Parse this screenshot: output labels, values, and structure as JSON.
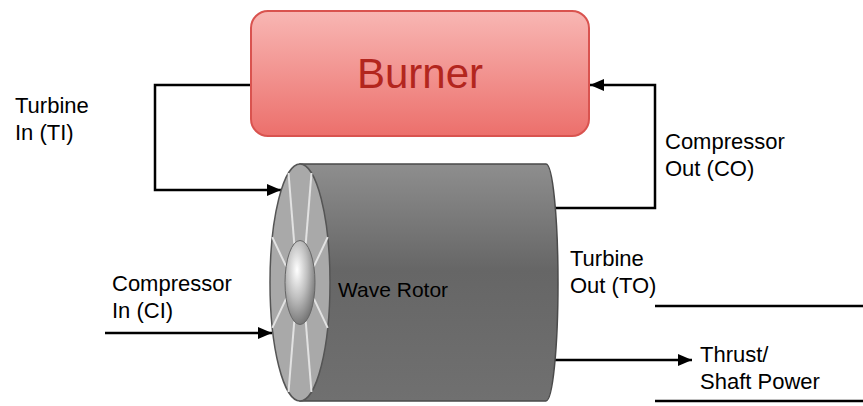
{
  "diagram": {
    "nodes": [
      {
        "text": [
          "Burner"
        ]
      },
      {
        "text": [
          "Wave Rotor"
        ]
      }
    ],
    "edges": [
      {
        "from": 0,
        "to": 1,
        "arrow": "to"
      },
      {
        "from": 1,
        "to": 0,
        "arrow": "to"
      }
    ],
    "labels": [
      "Turbine In (TI)",
      "Compressor Out (CO)",
      "Turbine Out (TO)",
      "Compressor In (CI)",
      "Thrust/ Shaft Power"
    ]
  }
}
